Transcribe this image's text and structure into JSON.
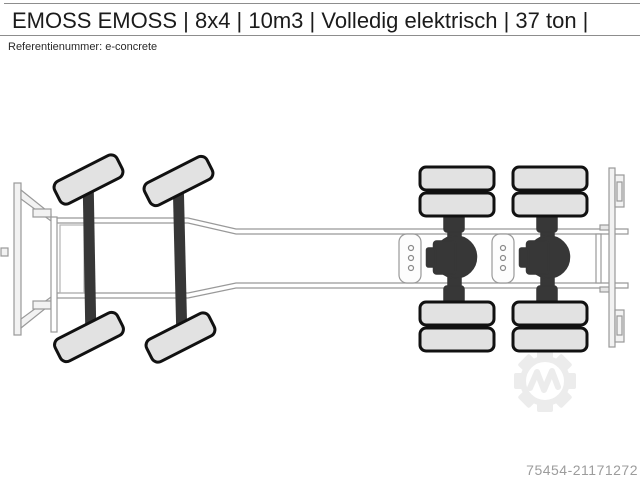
{
  "header": {
    "title": "EMOSS EMOSS | 8x4 | 10m3 | Volledig elektrisch | 37 ton |",
    "reference": "Referentienummer: e-concrete"
  },
  "footer": {
    "listing_number": "75454-21171272"
  },
  "drawing": {
    "type": "truck-chassis-top-view",
    "configuration": "8x4",
    "front_axles": 2,
    "rear_axles": 2,
    "colors": {
      "outline_gray": "#999999",
      "dark_axle": "#373737",
      "tire_fill": "#e2e2e2",
      "tire_stroke": "#111111",
      "watermark_gray": "#ececec",
      "muted_text": "#9c9c9c",
      "header_text": "#1b1b1b"
    }
  }
}
